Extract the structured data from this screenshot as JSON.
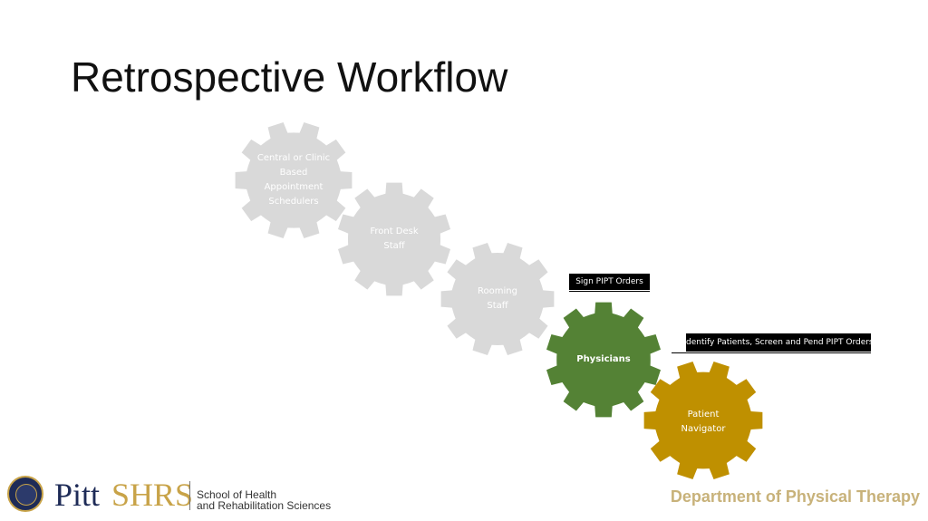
{
  "slide": {
    "title": "Retrospective Workflow"
  },
  "gears": [
    {
      "name": "gear-schedulers",
      "lines": [
        "Central or Clinic",
        "Based",
        "Appointment",
        "Schedulers"
      ],
      "color": "#d9d9d9"
    },
    {
      "name": "gear-front-desk",
      "lines": [
        "Front Desk",
        "Staff"
      ],
      "color": "#d9d9d9"
    },
    {
      "name": "gear-rooming",
      "lines": [
        "Rooming",
        "Staff"
      ],
      "color": "#d9d9d9"
    },
    {
      "name": "gear-physicians",
      "lines": [
        "Physicians"
      ],
      "color": "#548235"
    },
    {
      "name": "gear-patient-navigator",
      "lines": [
        "Patient",
        "Navigator"
      ],
      "color": "#bf9000"
    }
  ],
  "callouts": {
    "physicians": "Sign PIPT Orders",
    "navigator": "Identify Patients, Screen and Pend PIPT Orders"
  },
  "footer": {
    "wordmark_pitt": "Pitt",
    "wordmark_shrs": "SHRS",
    "school_line_1": "School of Health",
    "school_line_2": "and Rehabilitation Sciences",
    "department": "Department of Physical Therapy"
  },
  "colors": {
    "gear_inactive": "#d9d9d9",
    "gear_physicians": "#548235",
    "gear_navigator": "#bf9000",
    "department_text": "#c8b27a",
    "pitt_navy": "#1e2b57",
    "pitt_gold": "#c8a348"
  }
}
